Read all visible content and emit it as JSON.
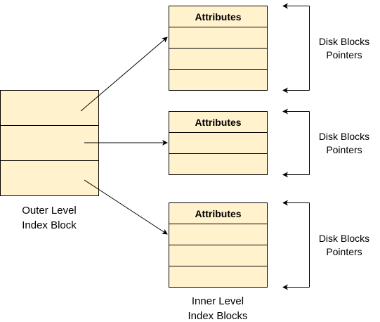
{
  "outer_block": {
    "label_line1": "Outer Level",
    "label_line2": "Index Block"
  },
  "inner_blocks": [
    {
      "header": "Attributes"
    },
    {
      "header": "Attributes"
    },
    {
      "header": "Attributes"
    }
  ],
  "pointer_labels": [
    {
      "line1": "Disk Blocks",
      "line2": "Pointers"
    },
    {
      "line1": "Disk Blocks",
      "line2": "Pointers"
    },
    {
      "line1": "Disk Blocks",
      "line2": "Pointers"
    }
  ],
  "inner_caption": {
    "line1": "Inner Level",
    "line2": "Index Blocks"
  },
  "colors": {
    "block_fill": "#fff2cc",
    "stroke": "#000000"
  }
}
